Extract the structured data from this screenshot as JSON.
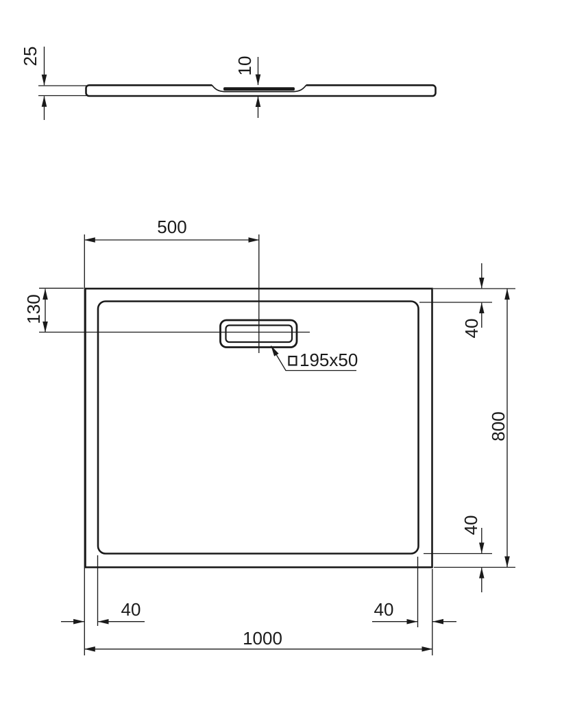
{
  "title": "Shower tray technical dimension drawing",
  "colors": {
    "background": "#ffffff",
    "line": "#1a1a1a"
  },
  "profile_view": {
    "thickness_label": "25",
    "drain_depth_label": "10"
  },
  "plan_view": {
    "drain_center_x_label": "500",
    "drain_center_y_label": "130",
    "drain_size_label": "195x50",
    "border_top_label": "40",
    "border_bottom_label": "40",
    "border_left_label": "40",
    "border_right_label": "40",
    "overall_width_label": "1000",
    "overall_height_label": "800"
  }
}
